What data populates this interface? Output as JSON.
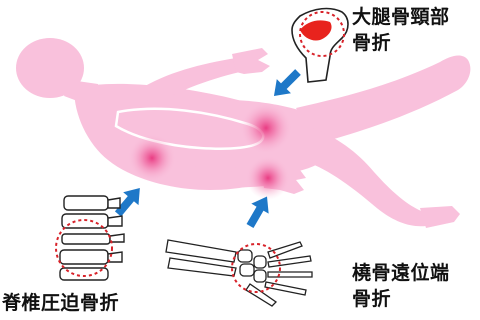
{
  "labels": {
    "femoral_neck": {
      "line1": "大腿骨頸部",
      "line2": "骨折"
    },
    "vertebral": {
      "text": "脊椎圧迫骨折"
    },
    "distal_radius": {
      "line1": "橈骨遠位端",
      "line2": "骨折"
    }
  },
  "colors": {
    "body_fill": "#f9c1dc",
    "hotspot": "#e8357e",
    "arrow": "#1e78c8",
    "callout_circle": "#d8232a",
    "fracture_highlight": "#e8231d",
    "bone_outline": "#222222",
    "bone_fill": "#ffffff"
  },
  "icons": {
    "femur": "hip-bone-icon",
    "spine": "vertebrae-icon",
    "wrist": "wrist-bones-icon"
  }
}
